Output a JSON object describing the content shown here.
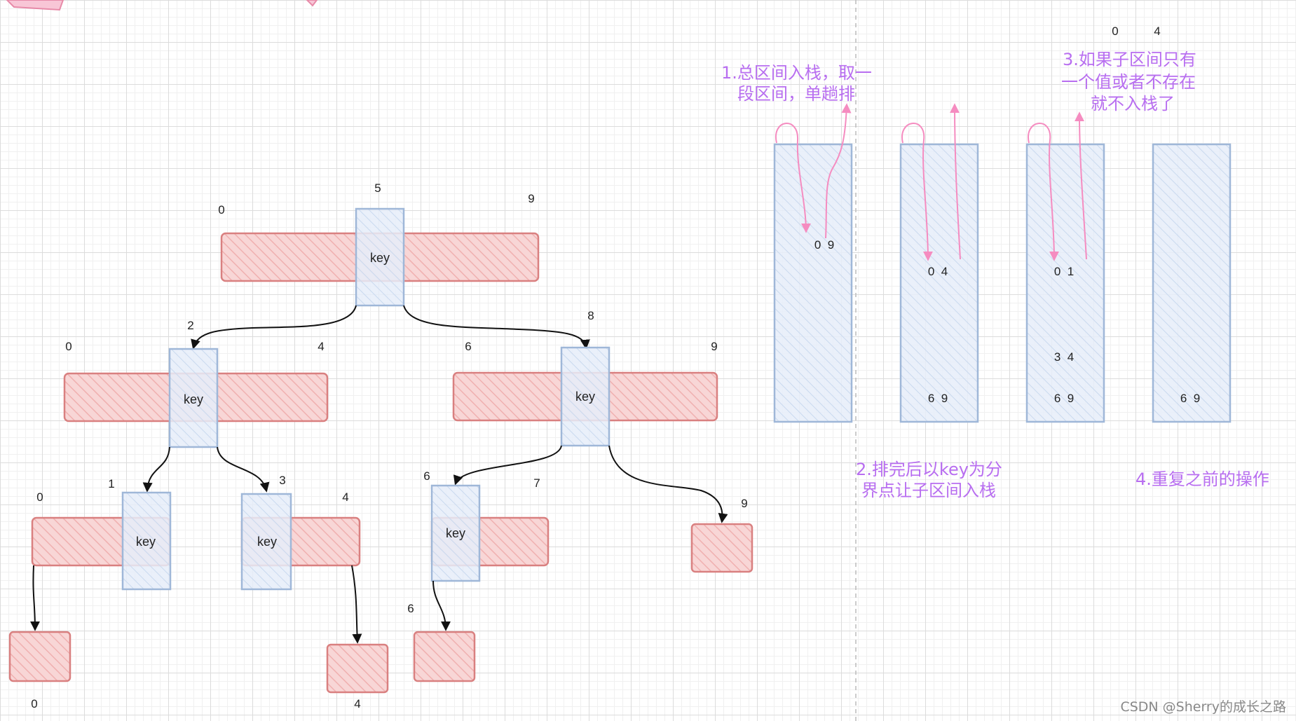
{
  "colors": {
    "red_fill": "#f6cccc",
    "red_stroke": "#d98080",
    "blue_fill": "#dde9f7",
    "blue_stroke": "#9fb7d8",
    "pink_arrow": "#f58cc0",
    "note_purple": "#b86ef0",
    "black": "#111111"
  },
  "tree": {
    "key_label": "key",
    "root": {
      "left": "0",
      "right": "9",
      "key_index": "5"
    },
    "level1_left": {
      "left": "0",
      "right": "4",
      "key_index": "2"
    },
    "level1_right": {
      "left": "6",
      "right": "9",
      "key_index": "8"
    },
    "level2_a": {
      "left": "0",
      "key_index": "1"
    },
    "level2_b": {
      "key_index": "3",
      "right": "4"
    },
    "level2_c": {
      "left": "6",
      "key_index": "7"
    },
    "leaf_9": "9",
    "leaf_0": "0",
    "leaf_4": "4",
    "leaf_6": "6"
  },
  "stack": {
    "top_labels": [
      "0",
      "4"
    ],
    "step1": {
      "note_line1": "1.总区间入栈，取一",
      "note_line2": "段区间，单趟排",
      "values": [
        "0  9"
      ]
    },
    "step2": {
      "note_line1": "2.排完后以key为分",
      "note_line2": "界点让子区间入栈",
      "values": [
        "0  4",
        "6  9"
      ]
    },
    "step3": {
      "note_line1": "3.如果子区间只有",
      "note_line2": "一个值或者不存在",
      "note_line3": "就不入栈了",
      "values": [
        "0  1",
        "3  4",
        "6  9"
      ]
    },
    "step4": {
      "note": "4.重复之前的操作",
      "values": [
        "6  9"
      ]
    }
  },
  "watermark": "CSDN @Sherry的成长之路"
}
